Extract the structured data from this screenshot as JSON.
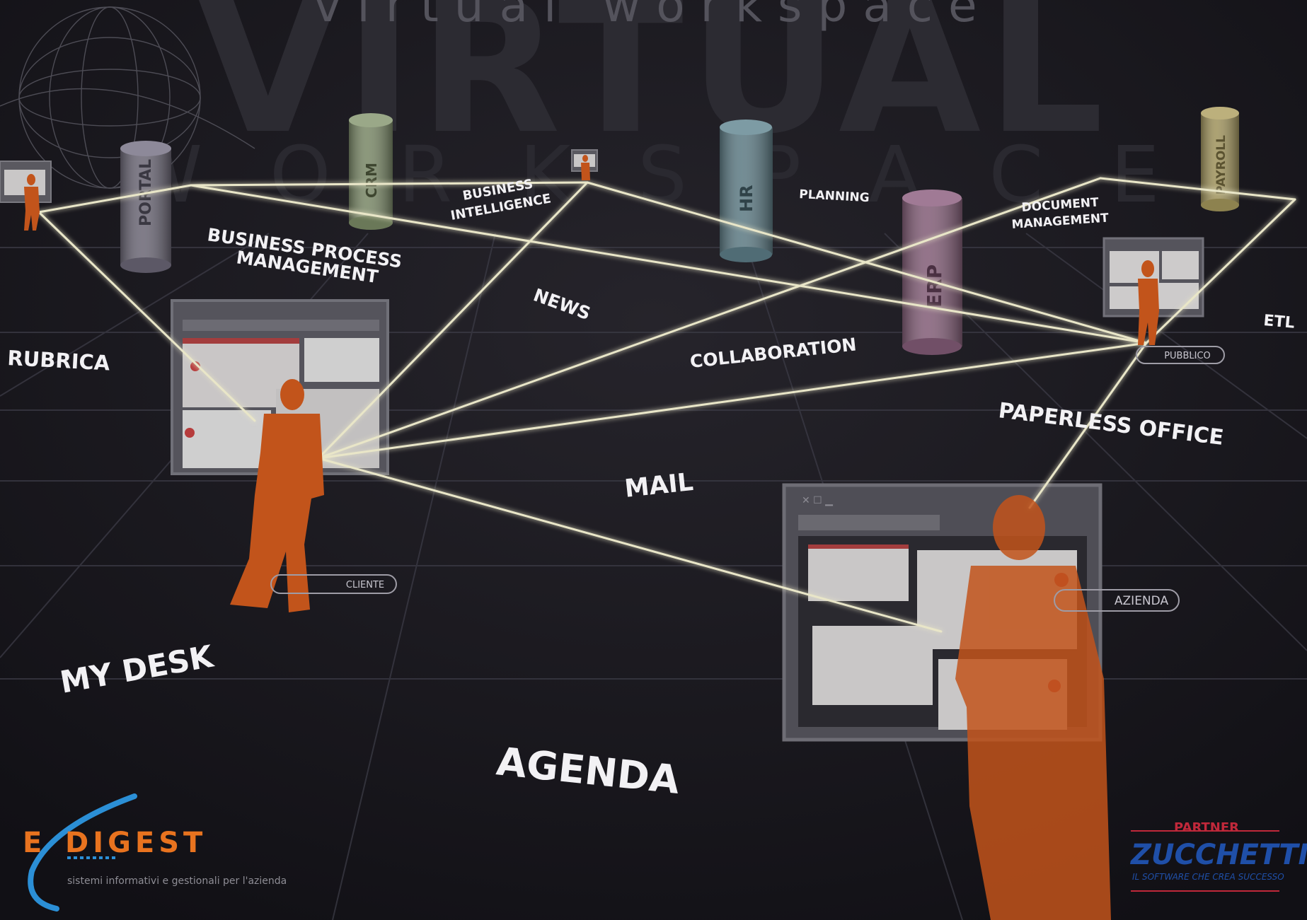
{
  "header": {
    "watermark_large": "VIRTUAL",
    "watermark_spaced": "W O R K S P A C E",
    "title_spaced": "virtual workspace"
  },
  "cylinders": [
    {
      "label": "PORTAL",
      "color": "#6e6a78"
    },
    {
      "label": "CRM",
      "color": "#7c8a6a"
    },
    {
      "label": "HR",
      "color": "#607d86"
    },
    {
      "label": "ERP",
      "color": "#85617a"
    },
    {
      "label": "PAYROLL",
      "color": "#a19560"
    }
  ],
  "labels": {
    "business_process_line1": "BUSINESS PROCESS",
    "business_process_line2": "MANAGEMENT",
    "business_intel_line1": "BUSINESS",
    "business_intel_line2": "INTELLIGENCE",
    "planning": "PLANNING",
    "document_line1": "DOCUMENT",
    "document_line2": "MANAGEMENT",
    "etl": "ETL",
    "rubrica": "RUBRICA",
    "news": "NEWS",
    "collaboration": "COLLABORATION",
    "paperless": "PAPERLESS OFFICE",
    "mail": "MAIL",
    "my_desk": "MY DESK",
    "agenda": "AGENDA"
  },
  "tags": {
    "cliente": "CLIENTE",
    "pubblico": "PUBBLICO",
    "azienda": "AZIENDA"
  },
  "logos": {
    "edigest_e": "E",
    "edigest_word": "DIGEST",
    "edigest_tagline": "sistemi informativi e gestionali per l'azienda",
    "zucchetti_partner": "PARTNER",
    "zucchetti_name": "ZUCCHETTI",
    "zucchetti_tagline": "IL SOFTWARE CHE CREA SUCCESSO"
  },
  "colors": {
    "background": "#141318",
    "person_orange": "#c2541b",
    "connection_glow": "#e9e6c8",
    "edigest_orange": "#e8731f",
    "edigest_blue": "#2b8fd6",
    "zucchetti_blue": "#1f4fa8",
    "zucchetti_red": "#c0283a"
  }
}
